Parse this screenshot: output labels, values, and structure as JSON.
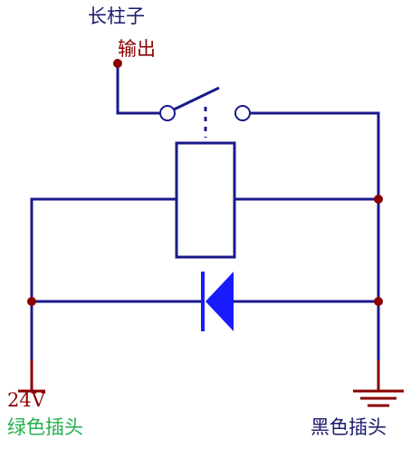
{
  "labels": {
    "top_terminal": "长柱子",
    "output": "输出",
    "voltage": "24V",
    "green_plug": "绿色插头",
    "black_plug": "黑色插头"
  },
  "colors": {
    "wire": "#1a1a8c",
    "diode": "#1a1aff",
    "node": "#8b0000",
    "ground": "#8b0000",
    "top_text": "#1a1a6e",
    "output_text": "#8b0000",
    "voltage_text": "#8b0000",
    "green_text": "#22b14c",
    "black_text": "#1a1a6e"
  }
}
